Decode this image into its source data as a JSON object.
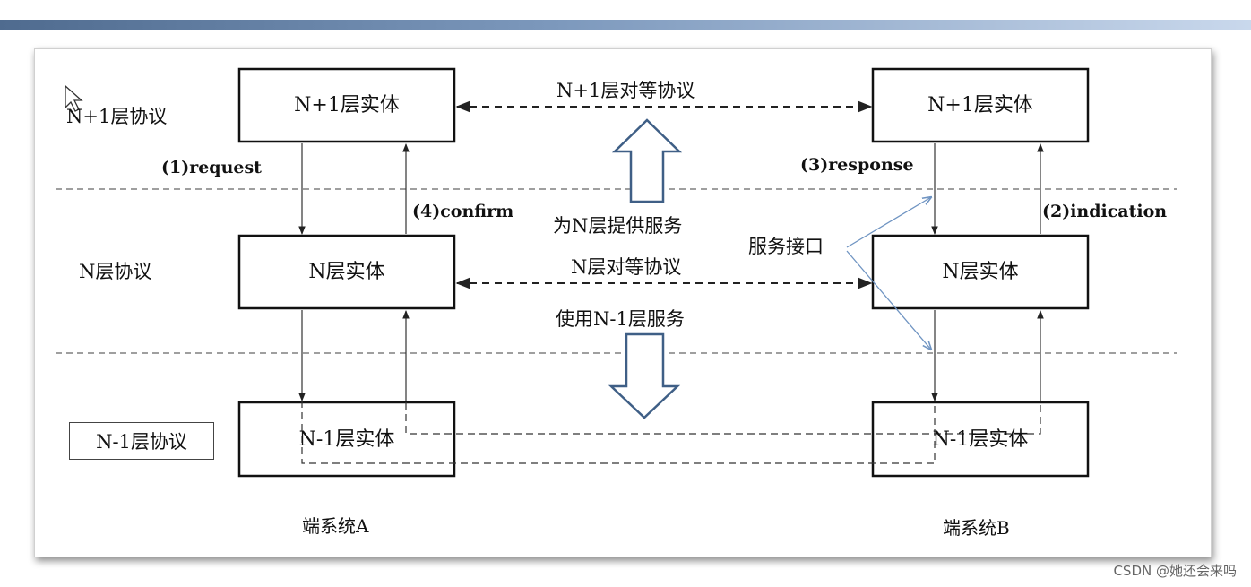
{
  "layers": {
    "n_plus_1": "N+1层协议",
    "n": "N层协议",
    "n_minus_1": "N-1层协议"
  },
  "entities": {
    "a_top": "N+1层实体",
    "a_mid": "N层实体",
    "a_bot": "N-1层实体",
    "b_top": "N+1层实体",
    "b_mid": "N层实体",
    "b_bot": "N-1层实体"
  },
  "peer": {
    "top": "N+1层对等协议",
    "mid": "N层对等协议"
  },
  "service": {
    "provide": "为N层提供服务",
    "use": "使用N-1层服务",
    "interface": "服务接口"
  },
  "primitives": {
    "request": "(1)request",
    "indication": "(2)indication",
    "response": "(3)response",
    "confirm": "(4)confirm"
  },
  "systems": {
    "a": "端系统A",
    "b": "端系统B"
  },
  "watermark": "CSDN @她还会来吗"
}
